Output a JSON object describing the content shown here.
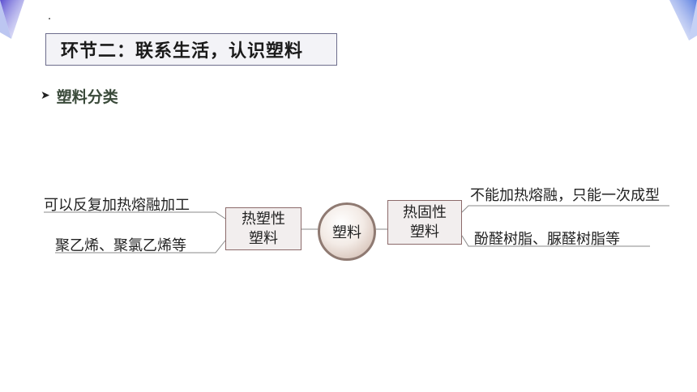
{
  "header": {
    "section_title": "环节二：联系生活，认识塑料",
    "subtitle": "塑料分类"
  },
  "diagram": {
    "center": "塑料",
    "left_branch": {
      "line1": "热塑性",
      "line2": "塑料",
      "leaves": [
        "可以反复加热熔融加工",
        "聚乙烯、聚氯乙烯等"
      ]
    },
    "right_branch": {
      "line1": "热固性",
      "line2": "塑料",
      "leaves": [
        "不能加热熔融，只能一次成型",
        "酚醛树脂、脲醛树脂等"
      ]
    }
  },
  "colors": {
    "corner_accent": "#7b6fd6",
    "box_border": "#8c6a6a",
    "line": "#8a8a8a"
  }
}
